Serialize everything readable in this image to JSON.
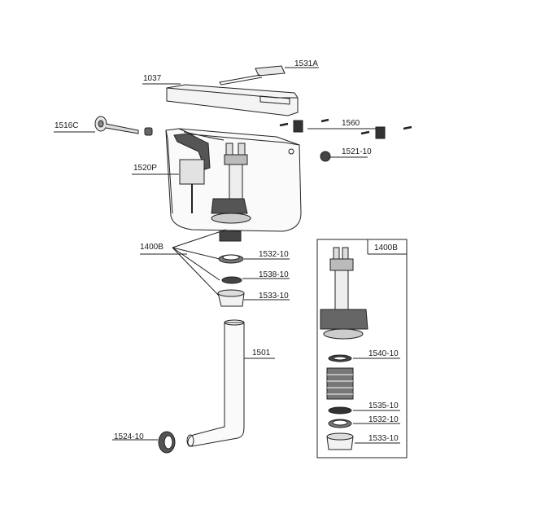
{
  "labels": {
    "p1531A": "1531A",
    "p1037": "1037",
    "p1516C": "1516C",
    "p1560": "1560",
    "p1521_10": "1521-10",
    "p1520P": "1520P",
    "p1400B": "1400B",
    "p1532_10": "1532-10",
    "p1538_10": "1538-10",
    "p1533_10": "1533-10",
    "p1501": "1501",
    "p1524_10": "1524-10"
  },
  "inset": {
    "title": "1400B",
    "labels": {
      "p1540_10": "1540-10",
      "p1535_10": "1535-10",
      "p1532_10": "1532-10",
      "p1533_10": "1533-10"
    }
  }
}
